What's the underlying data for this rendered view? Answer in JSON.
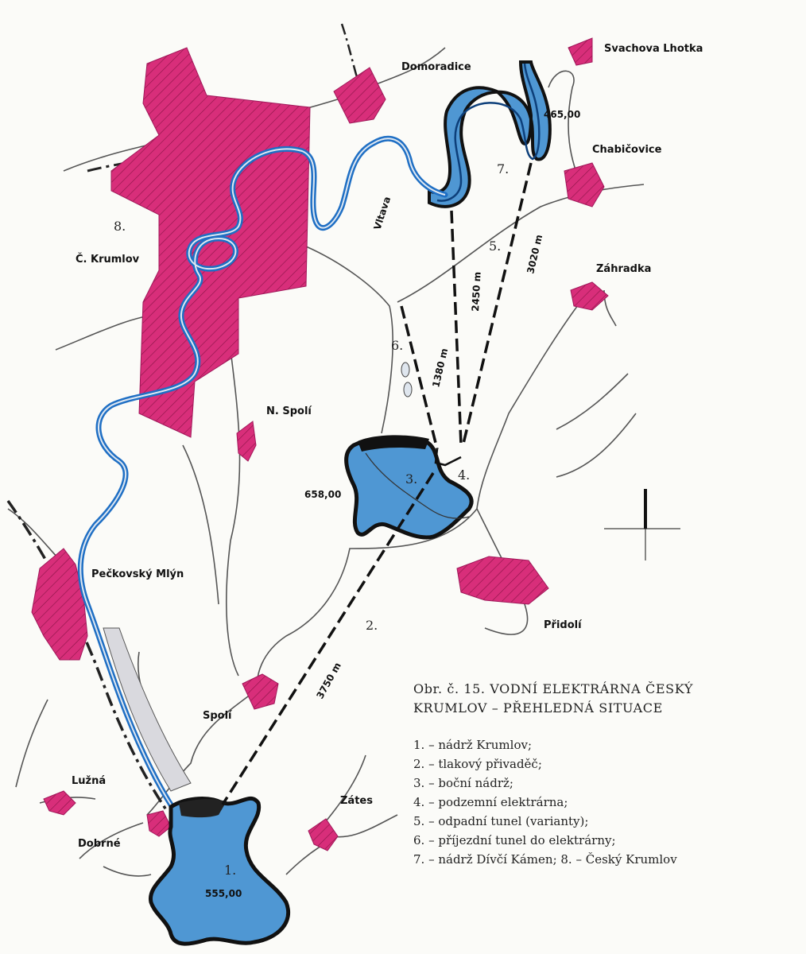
{
  "colors": {
    "settlement": "#d82e7a",
    "water": "#4f97d3",
    "river": "#1f6fc4",
    "road": "#666666",
    "tunnel": "#111111"
  },
  "places": {
    "svachova_lhotka": "Svachova Lhotka",
    "domoradice": "Domoradice",
    "chabicovice": "Chabičovice",
    "zahradka": "Záhradka",
    "krumlov": "Č. Krumlov",
    "n_spoli": "N. Spolí",
    "peckovsky_mlyn": "Pečkovský Mlýn",
    "pridoli": "Přidolí",
    "spoli": "Spolí",
    "luzna": "Lužná",
    "zates": "Zátes",
    "dobrne": "Dobrné",
    "river_vltava": "Vltava"
  },
  "elevations": {
    "upper_dam": "465,00",
    "side_reservoir": "658,00",
    "lower_reservoir": "555,00"
  },
  "lengths": {
    "feeder": "3750 m",
    "access": "1380 m",
    "tailrace_a": "2450 m",
    "tailrace_b": "3020 m"
  },
  "markers": {
    "m1": "1.",
    "m2": "2.",
    "m3": "3.",
    "m4": "4.",
    "m5": "5.",
    "m6": "6.",
    "m7": "7.",
    "m8": "8."
  },
  "caption": {
    "title_line1": "Obr. č. 15. VODNÍ ELEKTRÁRNA ČESKÝ",
    "title_line2": "KRUMLOV – PŘEHLEDNÁ SITUACE",
    "legend": [
      "1. – nádrž Krumlov;",
      "2. – tlakový přivaděč;",
      "3. – boční nádrž;",
      "4. – podzemní elektrárna;",
      "5. – odpadní tunel (varianty);",
      "6. – příjezdní tunel do elektrárny;",
      "7. – nádrž Dívčí Kámen; 8. – Český Krumlov"
    ]
  }
}
